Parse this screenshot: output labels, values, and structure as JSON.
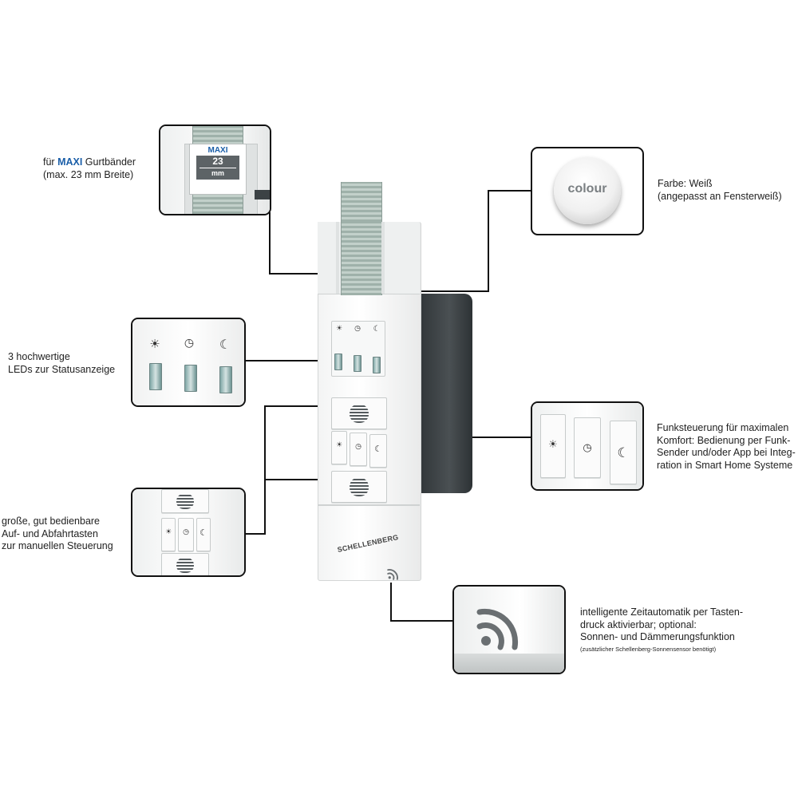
{
  "labels": {
    "maxi_prefix": "für ",
    "maxi_word": "MAXI",
    "maxi_suffix": " Gurtbänder",
    "maxi_width": "(max. 23 mm Breite)",
    "colour_line1": "Farbe: Weiß",
    "colour_line2": "(angepasst an Fensterweiß)",
    "leds_line1": "3 hochwertige",
    "leds_line2": "LEDs zur Statusanzeige",
    "radio_line1": "Funksteuerung für maximalen",
    "radio_line2": "Komfort: Bedienung per Funk-",
    "radio_line3": "Sender und/oder App bei Integ-",
    "radio_line4": "ration in Smart Home Systeme",
    "buttons_line1": "große, gut bedienbare",
    "buttons_line2": "Auf- und Abfahrtasten",
    "buttons_line3": "zur manuellen Steuerung",
    "timer_line1": "intelligente Zeitautomatik per Tasten-",
    "timer_line2": "druck aktivierbar; optional:",
    "timer_line3": "Sonnen- und Dämmerungsfunktion",
    "timer_note": "(zusätzlicher Schellenberg-Sonnensensor benötigt)"
  },
  "callouts": {
    "strap_badge_top": "MAXI",
    "strap_badge_number": "23",
    "strap_badge_unit": "mm",
    "colour_chip": "colour"
  },
  "device": {
    "brand": "SCHELLENBERG"
  },
  "icons": {
    "sun": "☀",
    "clock": "◷",
    "moon": "☾"
  },
  "colors": {
    "brand_blue": "#1a5ea8",
    "leader_line": "#111111",
    "device_white": "#f5f6f6"
  }
}
